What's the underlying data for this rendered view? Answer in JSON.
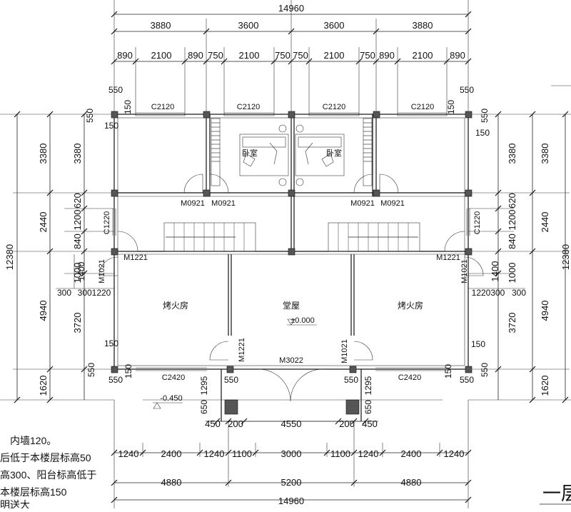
{
  "diagram": {
    "title_fragment": "一层",
    "dimensions": {
      "top_total": "14960",
      "top_segments": [
        "3880",
        "3600",
        "3600",
        "3880"
      ],
      "top_sub": [
        "890",
        "2100",
        "890",
        "750",
        "2100",
        "750",
        "750",
        "2100",
        "750",
        "890",
        "2100",
        "890"
      ],
      "bottom_sub": [
        "1240",
        "2400",
        "1240",
        "1100",
        "3000",
        "1100",
        "1240",
        "2400",
        "1240"
      ],
      "bottom_segments": [
        "4880",
        "5200",
        "4880"
      ],
      "bottom_total": "14960",
      "left_outer": [
        "3380",
        "2440",
        "4940",
        "1620"
      ],
      "left_total": "12380",
      "left_inner": [
        "3380",
        "620",
        "1200",
        "840",
        "1000",
        "1400",
        "3720",
        "150"
      ],
      "right_outer": [
        "3380",
        "2440",
        "4940",
        "1620"
      ],
      "right_total": "12380",
      "right_inner": [
        "3380",
        "620",
        "1200",
        "840",
        "1400",
        "1000",
        "3720",
        "150"
      ],
      "small": {
        "d550": "550",
        "d150": "150",
        "d300": "300",
        "d3001220": "3001220",
        "d1220300": "1220300",
        "d1295": "1295",
        "d650": "650",
        "d450": "450",
        "d200": "200",
        "d4550": "4550"
      }
    },
    "windows": {
      "c2120": "C2120",
      "c1220": "C1220",
      "c2420": "C2420"
    },
    "doors": {
      "m0921": "M0921",
      "m1221": "M1221",
      "m1021": "M1021",
      "m3022": "M3022"
    },
    "rooms": {
      "bake_left": "烤火房",
      "hall": "堂屋",
      "bake_right": "烤火房",
      "bed_left": "卧室",
      "bed_right": "卧室"
    },
    "levels": {
      "floor": "±0.000",
      "outside": "-0.450"
    },
    "notes": [
      "内墙120。",
      "",
      "高300、阳台标高低于",
      "本楼层标高150",
      "…"
    ],
    "notes_line2": "后低于本楼层标高50",
    "notes_line5": "明送大"
  }
}
